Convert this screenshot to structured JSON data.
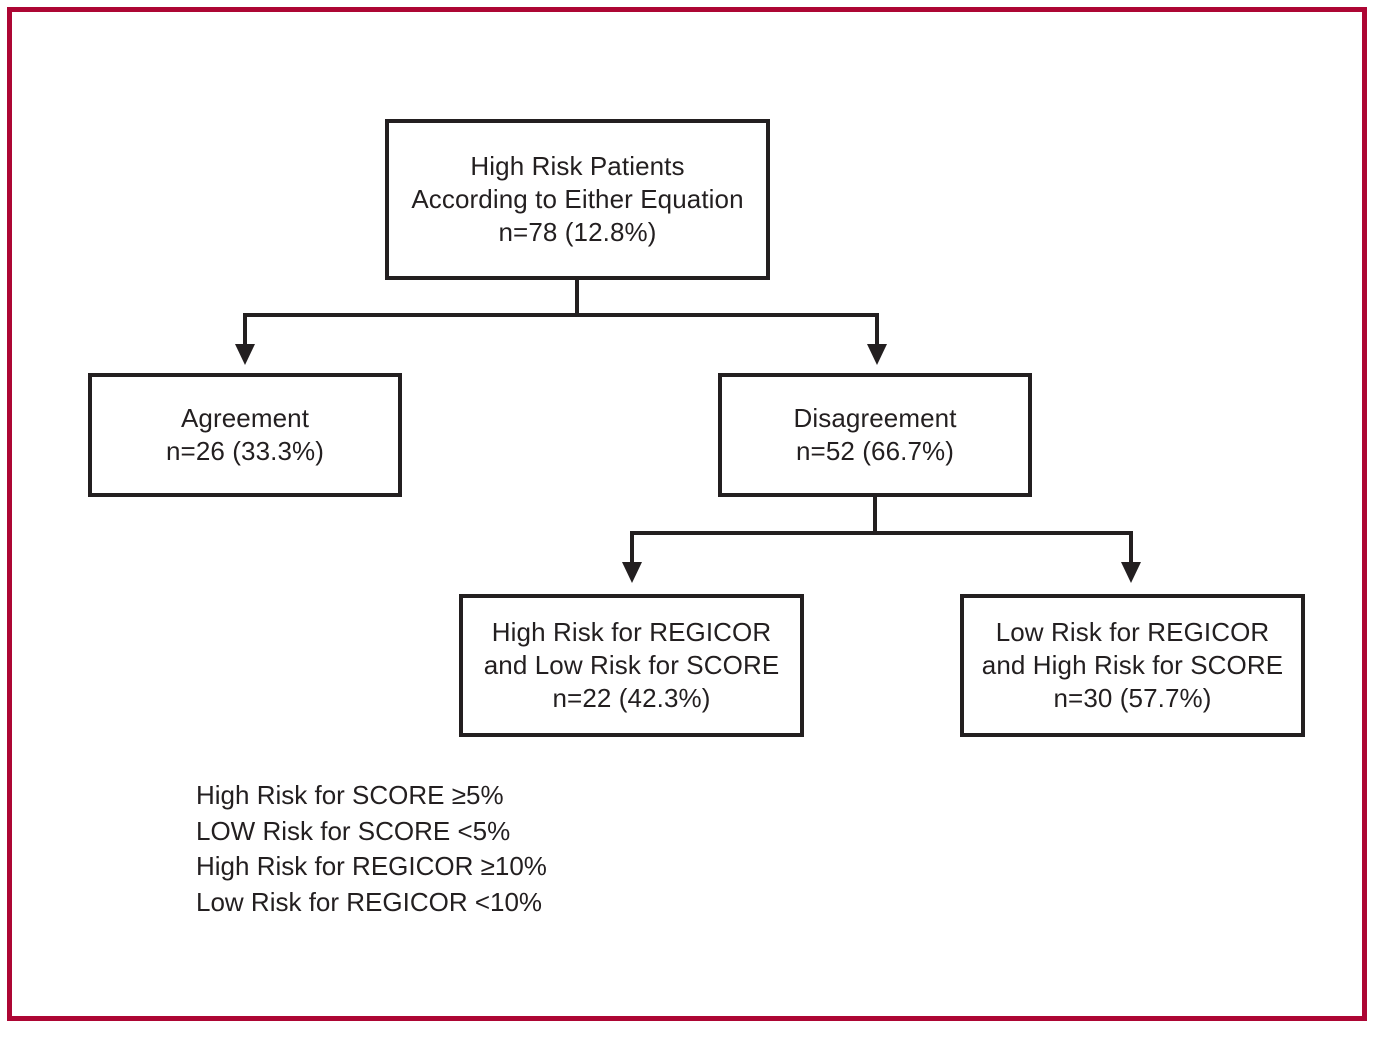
{
  "figure": {
    "frame_color": "#ad0634",
    "line_color": "#231f20",
    "type": "flowchart"
  },
  "chart_data": {
    "type": "table",
    "title": "High Risk Patients According to Either Equation",
    "nodes": [
      {
        "id": "root",
        "label": "High Risk Patients\nAccording to Either Equation\nn=78 (12.8%)",
        "n": 78,
        "percent": 12.8,
        "level": 0
      },
      {
        "id": "agreement",
        "label": "Agreement\nn=26 (33.3%)",
        "n": 26,
        "percent": 33.3,
        "level": 1
      },
      {
        "id": "disagreement",
        "label": "Disagreement\nn=52 (66.7%)",
        "n": 52,
        "percent": 66.7,
        "level": 1
      },
      {
        "id": "high-regicor-low-score",
        "label": "High Risk for REGICOR\nand Low Risk for SCORE\nn=22 (42.3%)",
        "n": 22,
        "percent": 42.3,
        "level": 2
      },
      {
        "id": "low-regicor-high-score",
        "label": "Low Risk for REGICOR\nand High Risk for SCORE\nn=30 (57.7%)",
        "n": 30,
        "percent": 57.7,
        "level": 2
      }
    ],
    "edges": [
      {
        "from": "root",
        "to": "agreement"
      },
      {
        "from": "root",
        "to": "disagreement"
      },
      {
        "from": "disagreement",
        "to": "high-regicor-low-score"
      },
      {
        "from": "disagreement",
        "to": "low-regicor-high-score"
      }
    ]
  },
  "nodes": {
    "root": "High Risk Patients\nAccording to Either Equation\nn=78 (12.8%)",
    "agreement": "Agreement\nn=26 (33.3%)",
    "disagreement": "Disagreement\nn=52 (66.7%)",
    "high_regicor_low_score": "High Risk for REGICOR\nand Low Risk for SCORE\nn=22 (42.3%)",
    "low_regicor_high_score": "Low Risk for REGICOR\nand High Risk for SCORE\nn=30 (57.7%)"
  },
  "legend": {
    "lines": [
      "High Risk for SCORE ≥5%",
      "LOW Risk for SCORE <5%",
      "High Risk for REGICOR ≥10%",
      "Low Risk for REGICOR <10%"
    ],
    "line1": "High Risk for SCORE ≥5%",
    "line2": "LOW Risk for SCORE <5%",
    "line3": "High Risk for REGICOR ≥10%",
    "line4": "Low Risk for REGICOR <10%"
  }
}
